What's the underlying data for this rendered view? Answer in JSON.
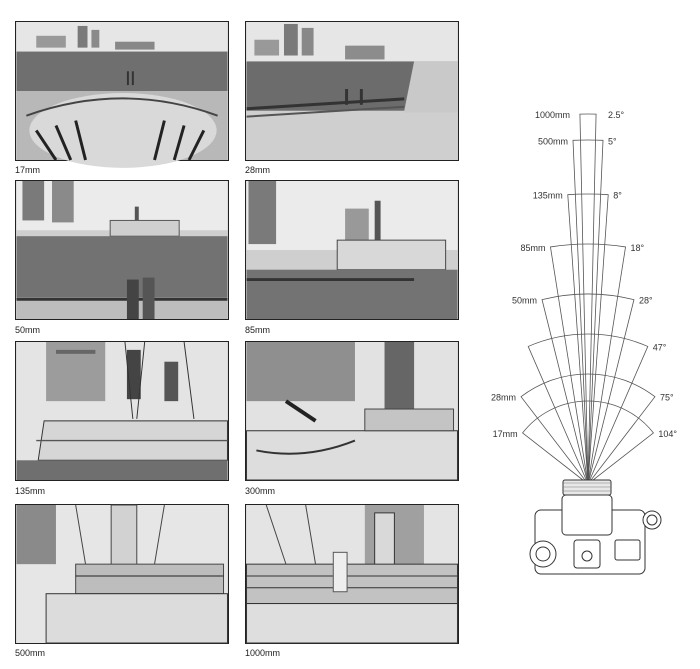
{
  "photos": [
    {
      "caption": "17mm"
    },
    {
      "caption": "28mm"
    },
    {
      "caption": "50mm"
    },
    {
      "caption": "85mm"
    },
    {
      "caption": "135mm"
    },
    {
      "caption": "300mm"
    },
    {
      "caption": "500mm"
    },
    {
      "caption": "1000mm"
    }
  ],
  "diagram": {
    "lenses": [
      {
        "focal": "1000mm",
        "angle": "2.5°",
        "angle_deg": 2.5
      },
      {
        "focal": "500mm",
        "angle": "5°",
        "angle_deg": 5
      },
      {
        "focal": "135mm",
        "angle": "8°",
        "angle_deg": 8
      },
      {
        "focal": "85mm",
        "angle": "18°",
        "angle_deg": 18
      },
      {
        "focal": "50mm",
        "angle": "28°",
        "angle_deg": 28
      },
      {
        "focal": "",
        "angle": "47°",
        "angle_deg": 47
      },
      {
        "focal": "28mm",
        "angle": "75°",
        "angle_deg": 75
      },
      {
        "focal": "17mm",
        "angle": "104°",
        "angle_deg": 104
      }
    ]
  }
}
